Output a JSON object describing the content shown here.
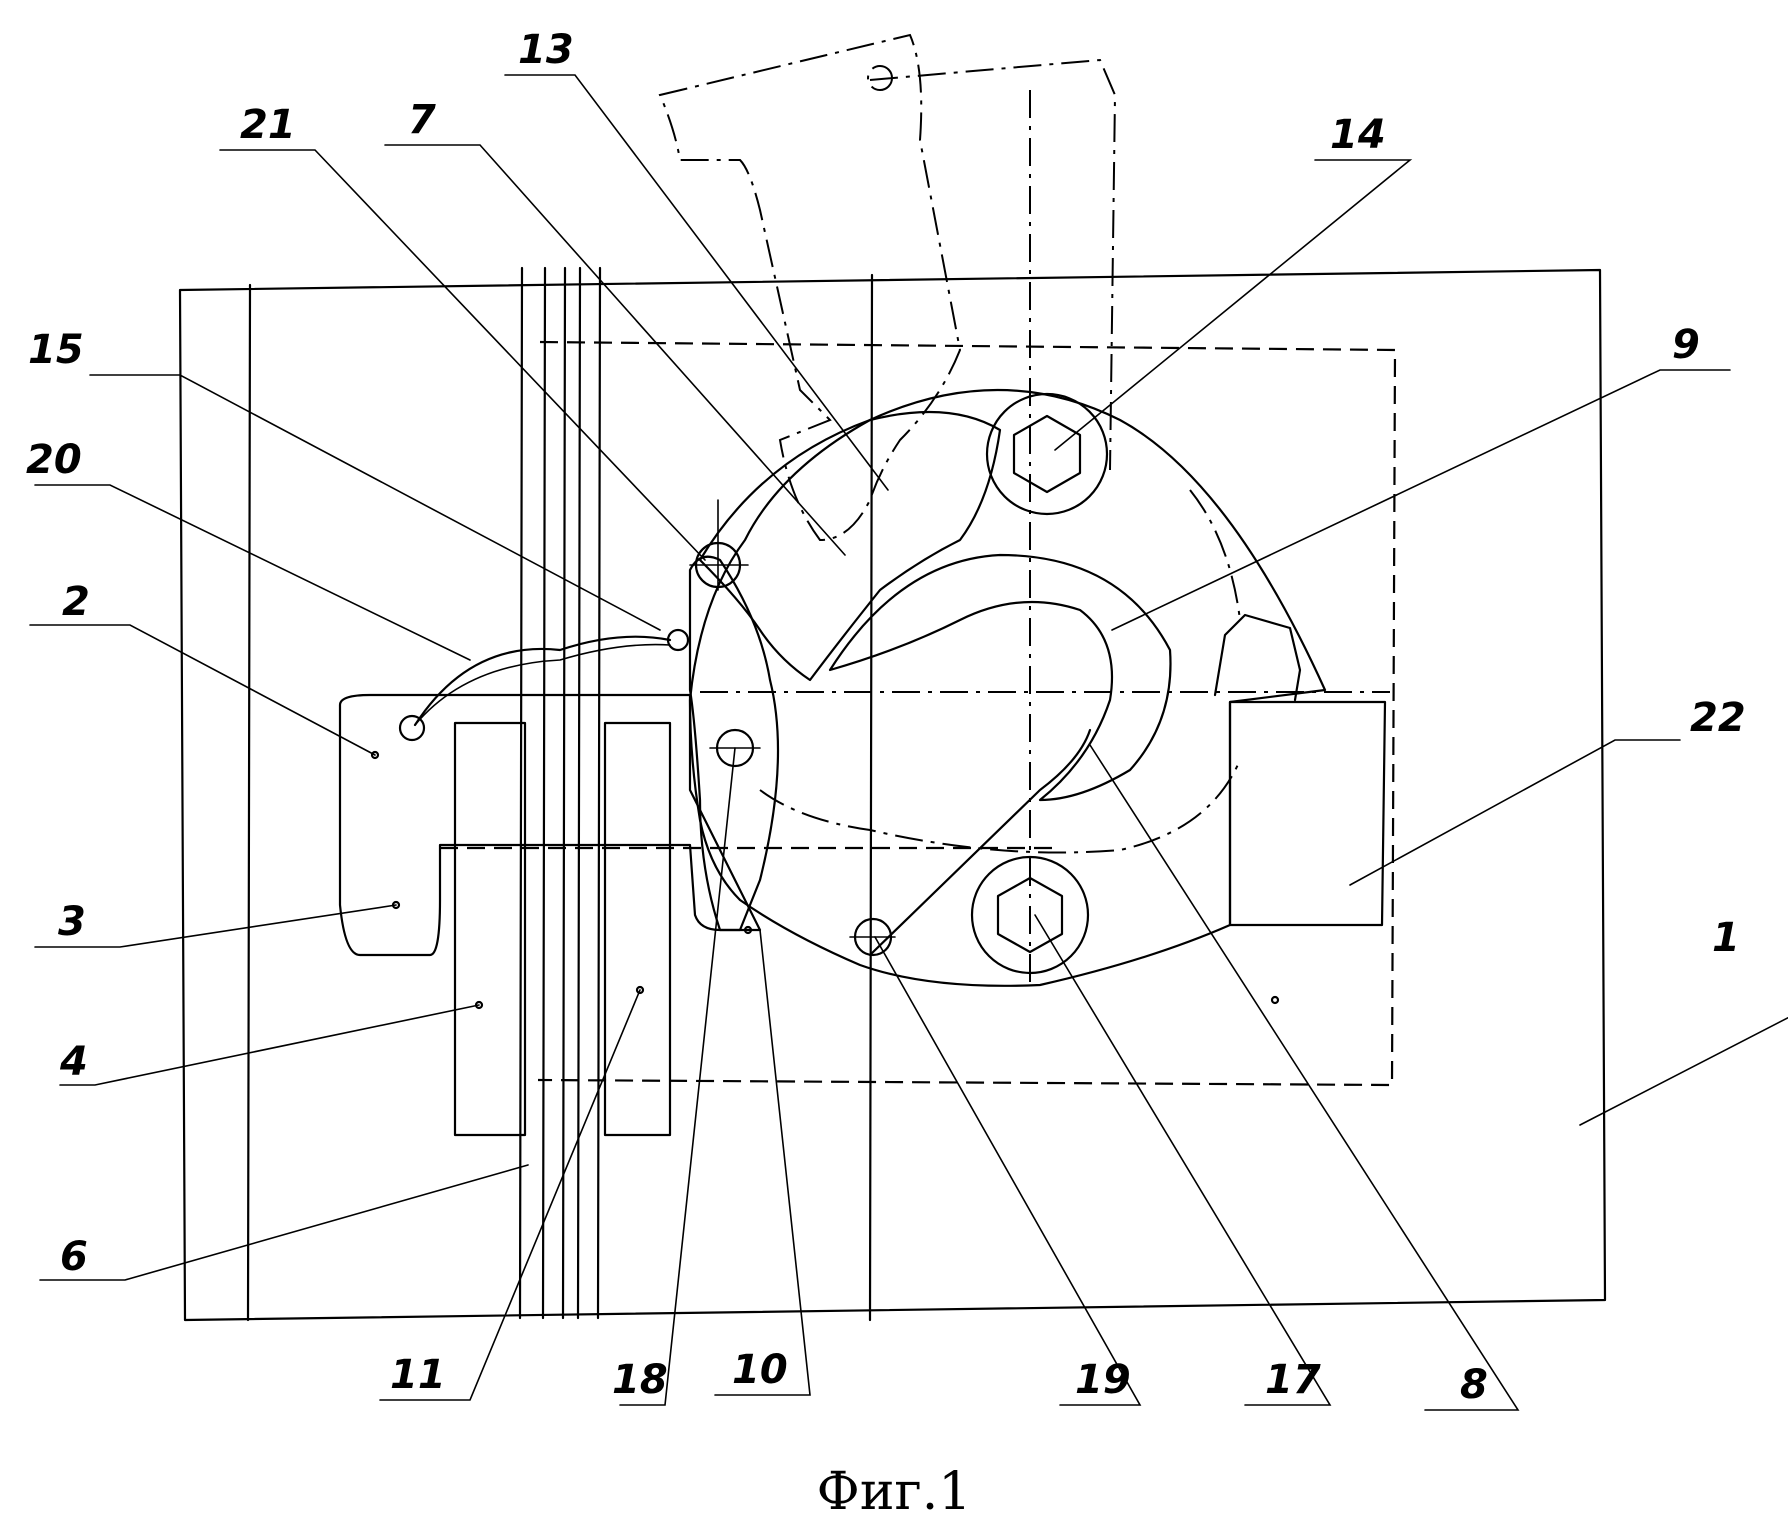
{
  "figure": {
    "caption": "Фиг.1",
    "callouts": [
      {
        "id": "c1",
        "text": "1"
      },
      {
        "id": "c2",
        "text": "2"
      },
      {
        "id": "c3",
        "text": "3"
      },
      {
        "id": "c4",
        "text": "4"
      },
      {
        "id": "c6",
        "text": "6"
      },
      {
        "id": "c7",
        "text": "7"
      },
      {
        "id": "c8",
        "text": "8"
      },
      {
        "id": "c9",
        "text": "9"
      },
      {
        "id": "c10",
        "text": "10"
      },
      {
        "id": "c11",
        "text": "11"
      },
      {
        "id": "c13",
        "text": "13"
      },
      {
        "id": "c14",
        "text": "14"
      },
      {
        "id": "c15",
        "text": "15"
      },
      {
        "id": "c17",
        "text": "17"
      },
      {
        "id": "c18",
        "text": "18"
      },
      {
        "id": "c19",
        "text": "19"
      },
      {
        "id": "c20",
        "text": "20"
      },
      {
        "id": "c21",
        "text": "21"
      },
      {
        "id": "c22",
        "text": "22"
      }
    ]
  }
}
